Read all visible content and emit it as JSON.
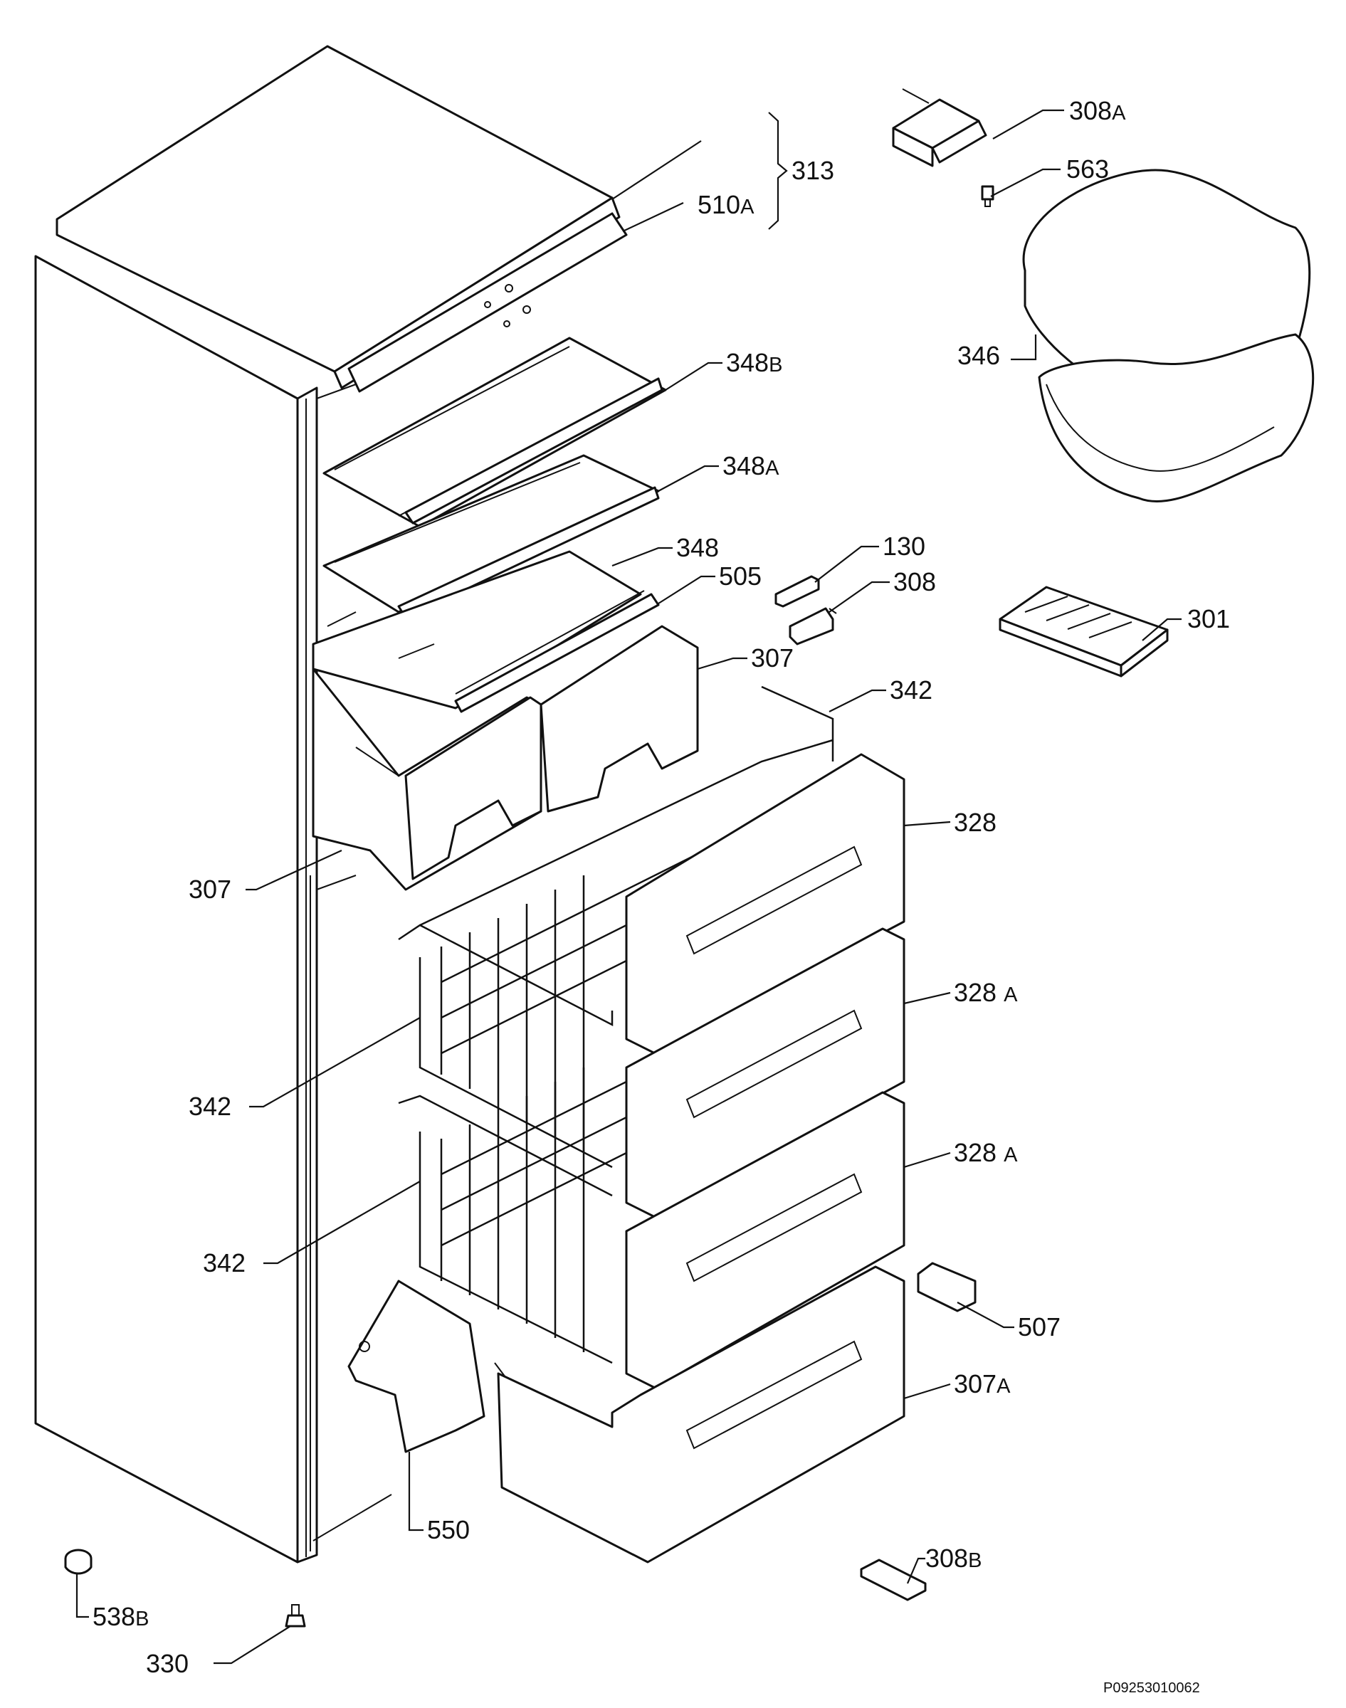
{
  "diagram": {
    "drawing_code": "P09253010062",
    "labels": [
      {
        "id": "l313",
        "num": "313",
        "suf": ""
      },
      {
        "id": "l510a",
        "num": "510",
        "suf": "A"
      },
      {
        "id": "l308a",
        "num": "308",
        "suf": "A"
      },
      {
        "id": "l563",
        "num": "563",
        "suf": ""
      },
      {
        "id": "l346",
        "num": "346",
        "suf": ""
      },
      {
        "id": "l348b",
        "num": "348",
        "suf": "B"
      },
      {
        "id": "l348a",
        "num": "348",
        "suf": "A"
      },
      {
        "id": "l348",
        "num": "348",
        "suf": ""
      },
      {
        "id": "l505",
        "num": "505",
        "suf": ""
      },
      {
        "id": "l130",
        "num": "130",
        "suf": ""
      },
      {
        "id": "l308",
        "num": "308",
        "suf": ""
      },
      {
        "id": "l301",
        "num": "301",
        "suf": ""
      },
      {
        "id": "l307r",
        "num": "307",
        "suf": ""
      },
      {
        "id": "l342t",
        "num": "342",
        "suf": ""
      },
      {
        "id": "l328",
        "num": "328",
        "suf": ""
      },
      {
        "id": "l307l",
        "num": "307",
        "suf": ""
      },
      {
        "id": "l328a1",
        "num": "328 ",
        "suf": "A"
      },
      {
        "id": "l342m",
        "num": "342",
        "suf": ""
      },
      {
        "id": "l328a2",
        "num": "328 ",
        "suf": "A"
      },
      {
        "id": "l342b",
        "num": "342",
        "suf": ""
      },
      {
        "id": "l507",
        "num": "507",
        "suf": ""
      },
      {
        "id": "l307a",
        "num": "307",
        "suf": "A"
      },
      {
        "id": "l550",
        "num": "550",
        "suf": ""
      },
      {
        "id": "l538b",
        "num": "538",
        "suf": "B"
      },
      {
        "id": "l308b",
        "num": "308",
        "suf": "B"
      },
      {
        "id": "l330",
        "num": "330",
        "suf": ""
      }
    ]
  }
}
